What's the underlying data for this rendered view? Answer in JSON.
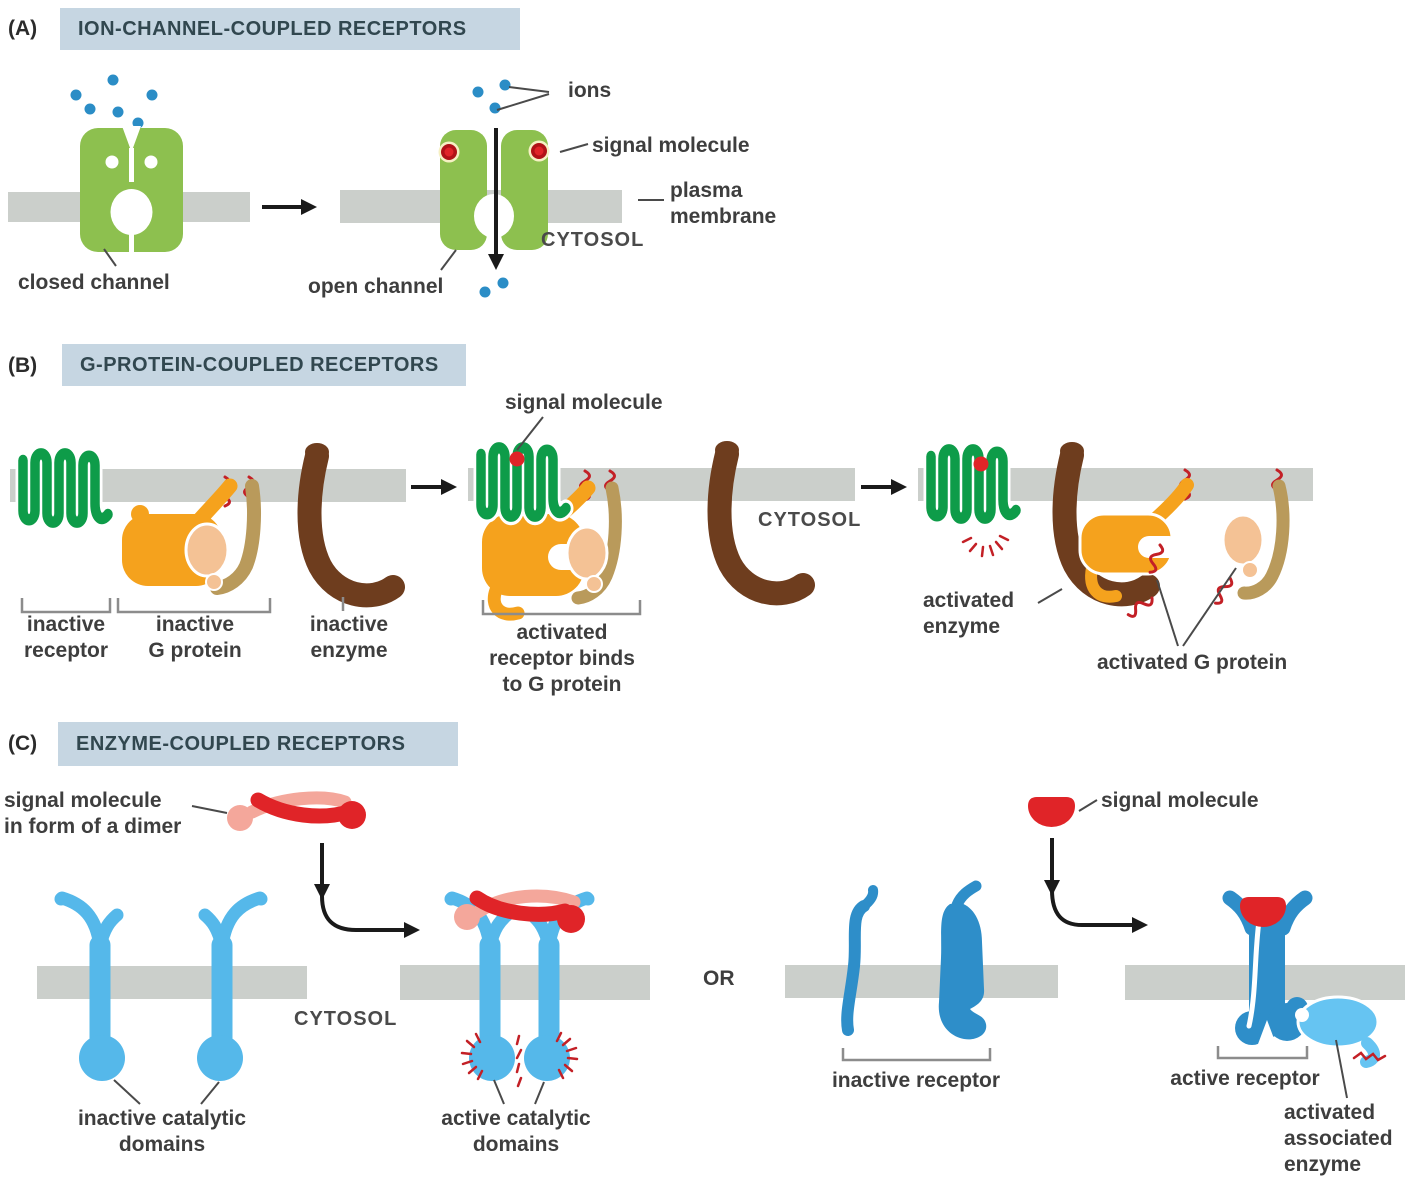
{
  "colors": {
    "membrane": "#CBCFCB",
    "header_bg": "#C6D6E2",
    "header_text": "#31474F",
    "channel_green": "#8DC04F",
    "gpcr_green": "#0E9C49",
    "ion_blue": "#2B8DC6",
    "signal_red": "#E02428",
    "g_alpha_orange": "#F5A21D",
    "g_beta_peach": "#F4C295",
    "g_gamma_tan": "#B99A5B",
    "enzyme_brown": "#6E3D1E",
    "receptor_light_blue": "#55B8EA",
    "receptor_mid_blue": "#2E8EC9",
    "enzyme_light_blue": "#66C4F2",
    "dimer_pink": "#F4A79B",
    "activation_red": "#C32026"
  },
  "panel_a": {
    "tag": "(A)",
    "title": "ION-CHANNEL-COUPLED RECEPTORS",
    "ions": "ions",
    "signal_molecule": "signal molecule",
    "plasma_membrane": "plasma\nmembrane",
    "cytosol": "CYTOSOL",
    "closed_channel": "closed channel",
    "open_channel": "open channel"
  },
  "panel_b": {
    "tag": "(B)",
    "title": "G-PROTEIN-COUPLED RECEPTORS",
    "signal_molecule": "signal molecule",
    "cytosol": "CYTOSOL",
    "inactive_receptor": "inactive\nreceptor",
    "inactive_g_protein": "inactive\nG protein",
    "inactive_enzyme": "inactive\nenzyme",
    "activated_receptor_binds": "activated\nreceptor binds\nto G protein",
    "activated_enzyme": "activated\nenzyme",
    "activated_g_protein": "activated G protein"
  },
  "panel_c": {
    "tag": "(C)",
    "title": "ENZYME-COUPLED RECEPTORS",
    "signal_dimer": "signal molecule\nin form of a dimer",
    "cytosol": "CYTOSOL",
    "inactive_catalytic_domains": "inactive catalytic\ndomains",
    "active_catalytic_domains": "active catalytic\ndomains",
    "or": "OR",
    "inactive_receptor": "inactive receptor",
    "signal_molecule": "signal molecule",
    "active_receptor": "active receptor",
    "activated_associated_enzyme": "activated\nassociated\nenzyme"
  }
}
